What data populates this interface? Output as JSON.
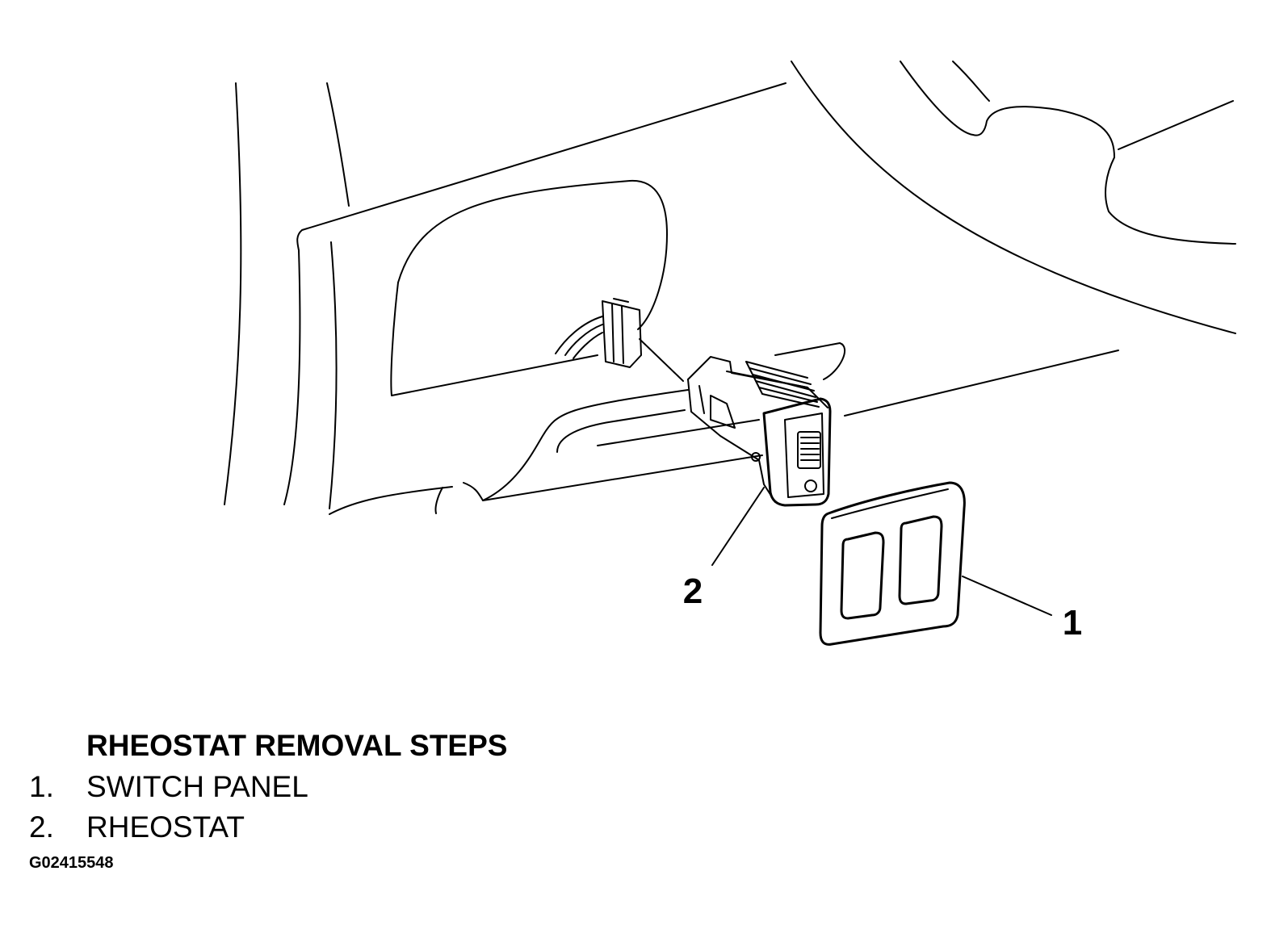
{
  "diagram": {
    "callouts": [
      {
        "label": "1",
        "refers_to": "switch-panel"
      },
      {
        "label": "2",
        "refers_to": "rheostat"
      }
    ],
    "colors": {
      "line": "#000000",
      "background": "#ffffff"
    }
  },
  "caption": {
    "title": "RHEOSTAT REMOVAL STEPS",
    "steps": [
      {
        "number": "1.",
        "label": "SWITCH PANEL"
      },
      {
        "number": "2.",
        "label": "RHEOSTAT"
      }
    ],
    "figure_id": "G02415548"
  }
}
